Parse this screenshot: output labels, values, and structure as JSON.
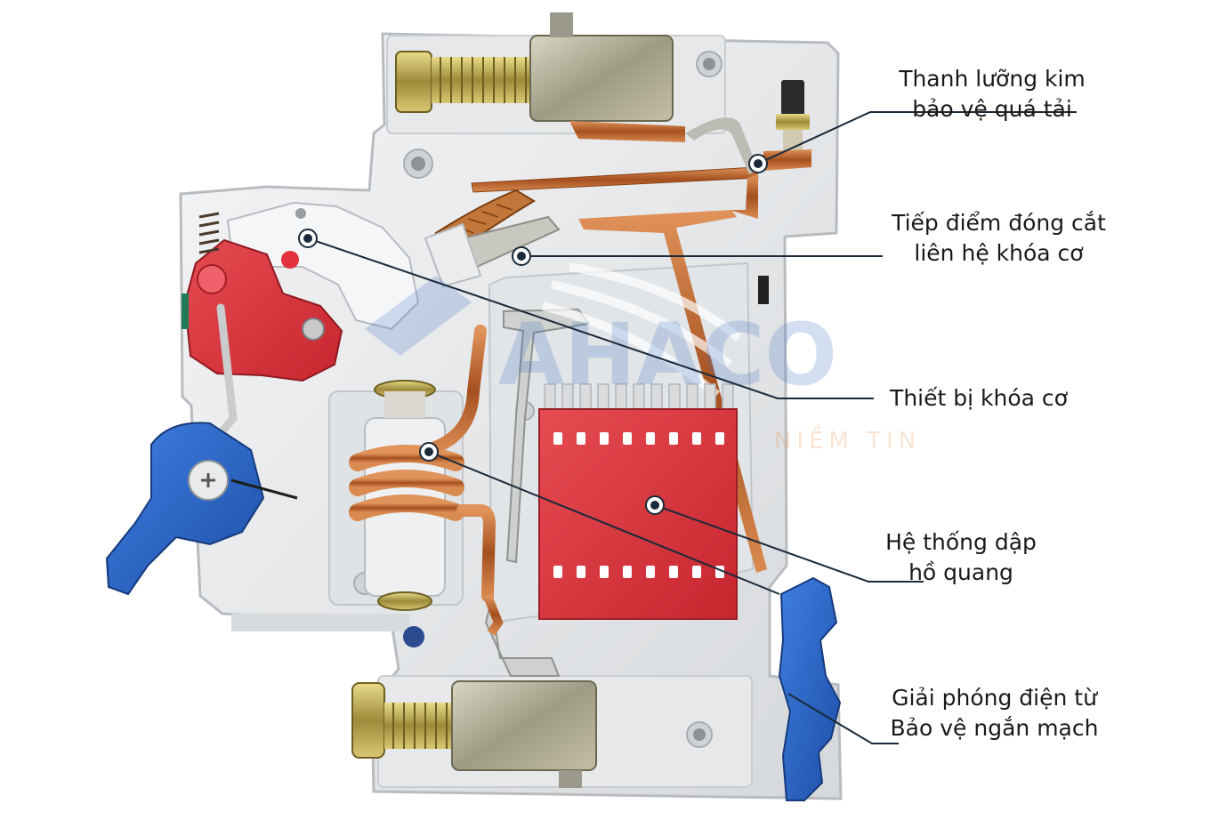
{
  "watermark": {
    "brand": "AHACO",
    "tagline": "NIỀM TIN"
  },
  "callouts": [
    {
      "id": "overload",
      "lines": [
        "Thanh lưỡng kim",
        "bảo vệ quá tải"
      ]
    },
    {
      "id": "contact",
      "lines": [
        "Tiếp điểm đóng cắt",
        "liên hệ khóa cơ"
      ]
    },
    {
      "id": "lock",
      "lines": [
        "Thiết bị khóa cơ"
      ]
    },
    {
      "id": "arc",
      "lines": [
        "Hệ thống dập",
        "hồ quang"
      ]
    },
    {
      "id": "magnetic",
      "lines": [
        "Giải phóng điện từ",
        "Bảo vệ ngắn mạch"
      ]
    }
  ],
  "colors": {
    "housing": "#eceeef",
    "housing_shadow": "#c9cdd0",
    "arc_chamber": "#d9343f",
    "trip_red": "#d8283a",
    "lever_blue": "#2a66c8",
    "copper": "#c46a32",
    "brass": "#c9b25a",
    "steel": "#a9a89c",
    "leader_line": "#1a2a3a"
  }
}
